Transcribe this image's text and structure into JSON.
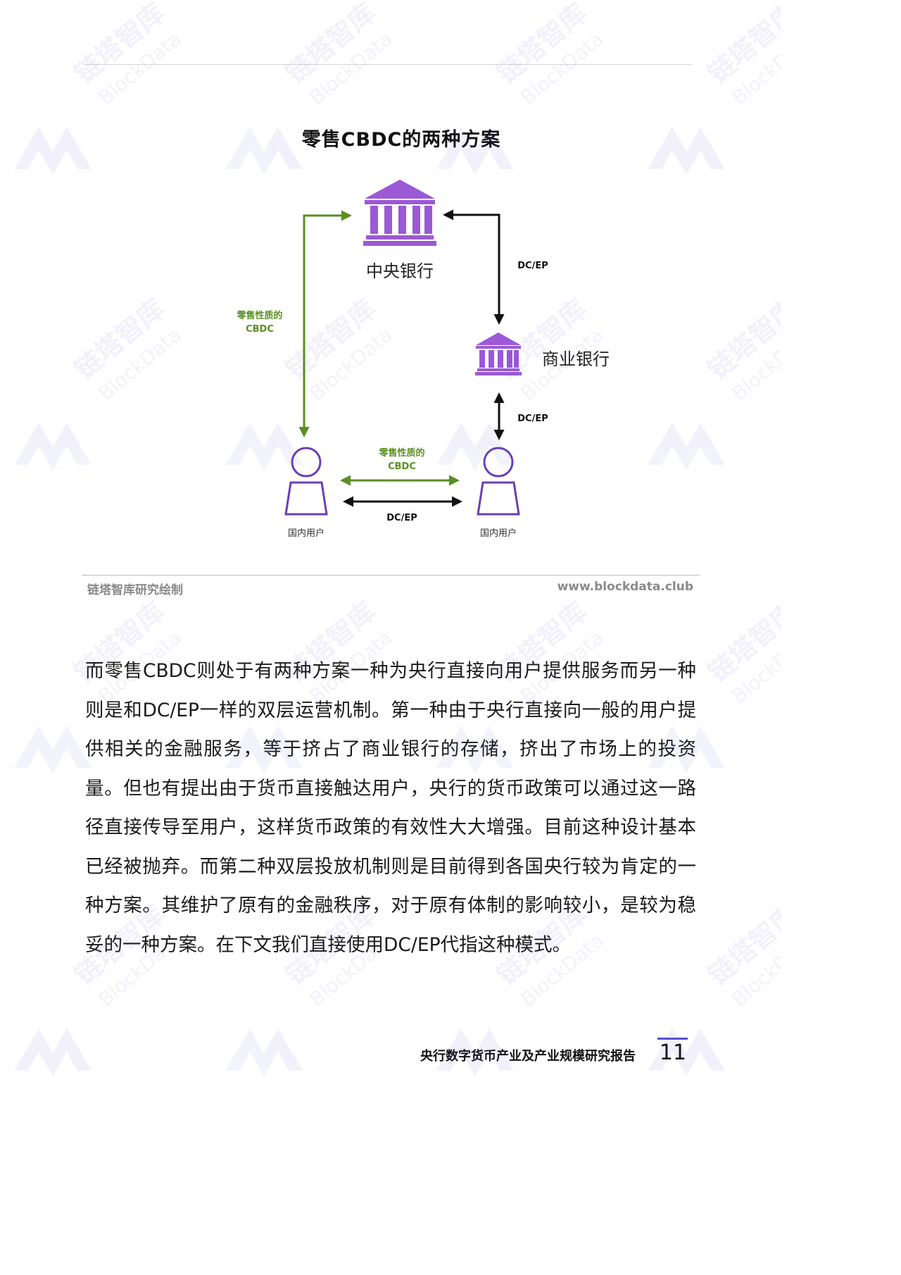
{
  "figure": {
    "title": "零售CBDC的两种方案",
    "nodes": {
      "central_bank": "中央银行",
      "commercial_bank": "商业银行",
      "user_left": "国内用户",
      "user_right": "国内用户"
    },
    "edges": {
      "retail_cbdc_vertical": [
        "零售性质的",
        "CBDC"
      ],
      "dcep_central_commercial": "DC/EP",
      "dcep_commercial_user": "DC/EP",
      "retail_cbdc_users": [
        "零售性质的",
        "CBDC"
      ],
      "dcep_users": "DC/EP"
    },
    "credit": "链塔智库研究绘制",
    "website": "www.blockdata.club"
  },
  "body_text": "而零售CBDC则处于有两种方案一种为央行直接向用户提供服务而另一种则是和DC/EP一样的双层运营机制。第一种由于央行直接向一般的用户提供相关的金融服务，等于挤占了商业银行的存储，挤出了市场上的投资量。但也有提出由于货币直接触达用户，央行的货币政策可以通过这一路径直接传导至用户，这样货币政策的有效性大大增强。目前这种设计基本已经被抛弃。而第二种双层投放机制则是目前得到各国央行较为肯定的一种方案。其维护了原有的金融秩序，对于原有体制的影响较小，是较为稳妥的一种方案。在下文我们直接使用DC/EP代指这种模式。",
  "footer": {
    "report_title": "央行数字货币产业及产业规模研究报告",
    "page_number": "11"
  },
  "watermark": {
    "cn": "链塔智库",
    "en": "BlockData"
  },
  "colors": {
    "purple": "#9b59d6",
    "green": "#5a8f23",
    "accent": "#5b4fcf"
  }
}
